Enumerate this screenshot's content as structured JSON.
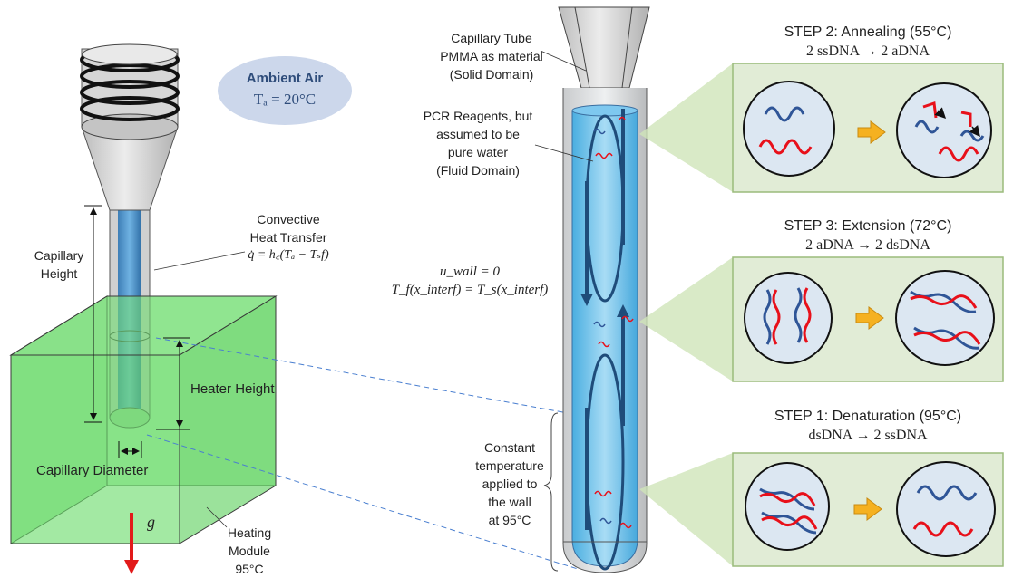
{
  "ambient": {
    "title": "Ambient Air",
    "equation": "Tₐ = 20°C"
  },
  "labels": {
    "capillary_height": [
      "Capillary",
      "Height"
    ],
    "convective": [
      "Convective",
      "Heat Transfer",
      "q̇ = h꜀(Tₐ − Tₛf)"
    ],
    "heater_height": "Heater Height",
    "capillary_diameter": "Capillary Diameter",
    "gravity": "g",
    "heating_module": [
      "Heating",
      "Module",
      "95°C"
    ],
    "capillary_tube": [
      "Capillary Tube",
      "PMMA as material",
      "(Solid Domain)"
    ],
    "pcr_reagents": [
      "PCR Reagents, but",
      "assumed to be",
      "pure water",
      "(Fluid Domain)"
    ],
    "wall_conditions": [
      "u_wall = 0",
      "T_f(x_interf) = T_s(x_interf)"
    ],
    "constant_temp": [
      "Constant",
      "temperature",
      "applied to",
      "the wall",
      "at 95°C"
    ]
  },
  "steps": [
    {
      "title": "STEP 2: Annealing (55°C)",
      "equation": "2 ssDNA → 2 aDNA"
    },
    {
      "title": "STEP 3: Extension (72°C)",
      "equation": "2 aDNA → 2 dsDNA"
    },
    {
      "title": "STEP 1: Denaturation (95°C)",
      "equation": "dsDNA → 2 ssDNA"
    }
  ],
  "colors": {
    "heater": "#66e066",
    "fluid": "#5bbfea",
    "panel": "#e1ecd6",
    "panel_border": "#9bbb7c",
    "arrow": "#f5b120",
    "dna_blue": "#2f5597",
    "dna_red": "#e8101a",
    "gravity": "#e21a1a"
  }
}
